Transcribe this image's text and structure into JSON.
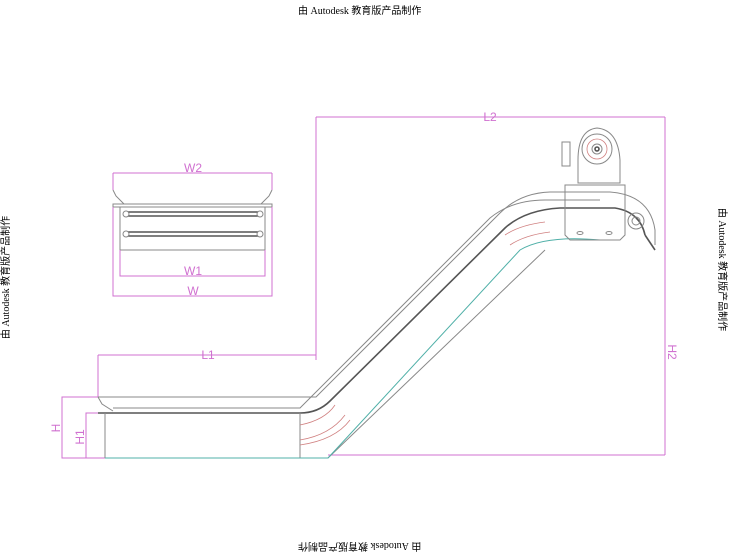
{
  "watermark": {
    "text": "由 Autodesk 教育版产品制作"
  },
  "dimensions": {
    "w2": "W2",
    "w1": "W1",
    "w": "W",
    "l1": "L1",
    "l2": "L2",
    "h": "H",
    "h1": "H1",
    "h2": "H2"
  }
}
